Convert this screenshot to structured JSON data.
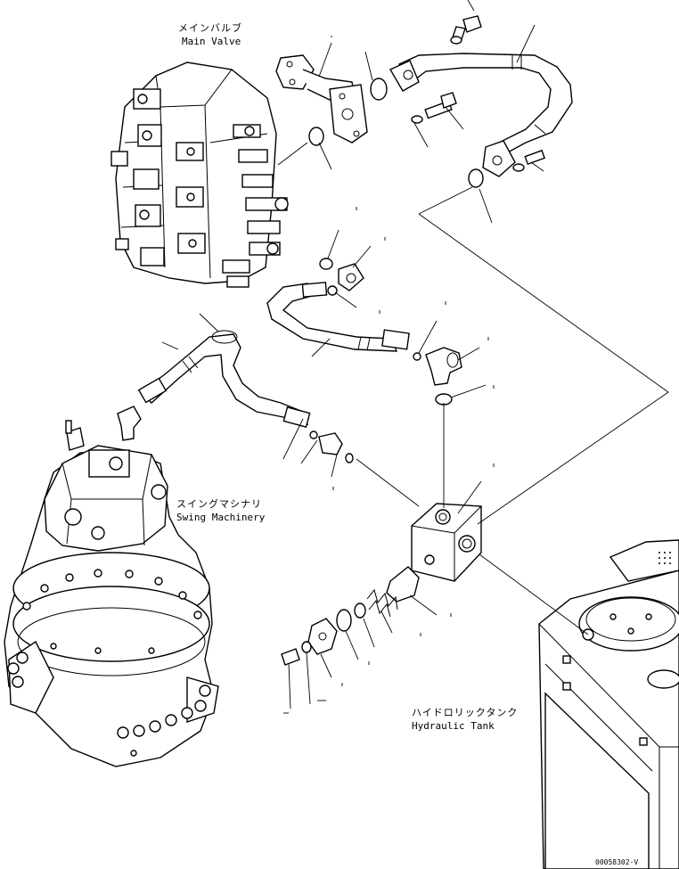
{
  "labels": {
    "main_valve_jp": "メインバルブ",
    "main_valve_en": "Main Valve",
    "swing_machinery_jp": "スイングマシナリ",
    "swing_machinery_en": "Swing Machinery",
    "hydraulic_tank_jp": "ハイドロリックタンク",
    "hydraulic_tank_en": "Hydraulic Tank",
    "drawing_code": "00058302-V"
  }
}
